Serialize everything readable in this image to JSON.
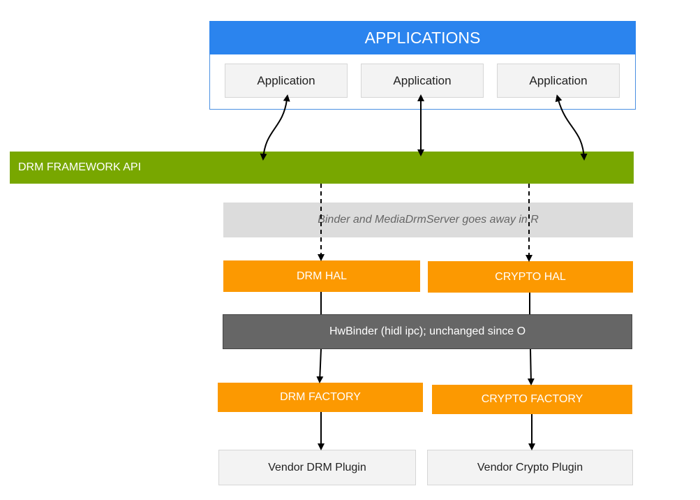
{
  "applications": {
    "title": "APPLICATIONS",
    "items": [
      "Application",
      "Application",
      "Application"
    ]
  },
  "framework": {
    "label": "DRM FRAMEWORK API"
  },
  "binder_note": {
    "label": "Binder and MediaDrmServer  goes away in R"
  },
  "hal": {
    "drm": "DRM HAL",
    "crypto": "CRYPTO HAL"
  },
  "hwbinder": {
    "label": "HwBinder (hidl ipc); unchanged since O"
  },
  "factory": {
    "drm": "DRM FACTORY",
    "crypto": "CRYPTO FACTORY"
  },
  "plugins": {
    "drm": "Vendor DRM Plugin",
    "crypto": "Vendor Crypto Plugin"
  },
  "colors": {
    "applications_header": "#2b84ee",
    "framework_bar": "#78a700",
    "binder_note_bg": "#dcdcdc",
    "hal_factory": "#fc9901",
    "hwbinder": "#666666"
  }
}
